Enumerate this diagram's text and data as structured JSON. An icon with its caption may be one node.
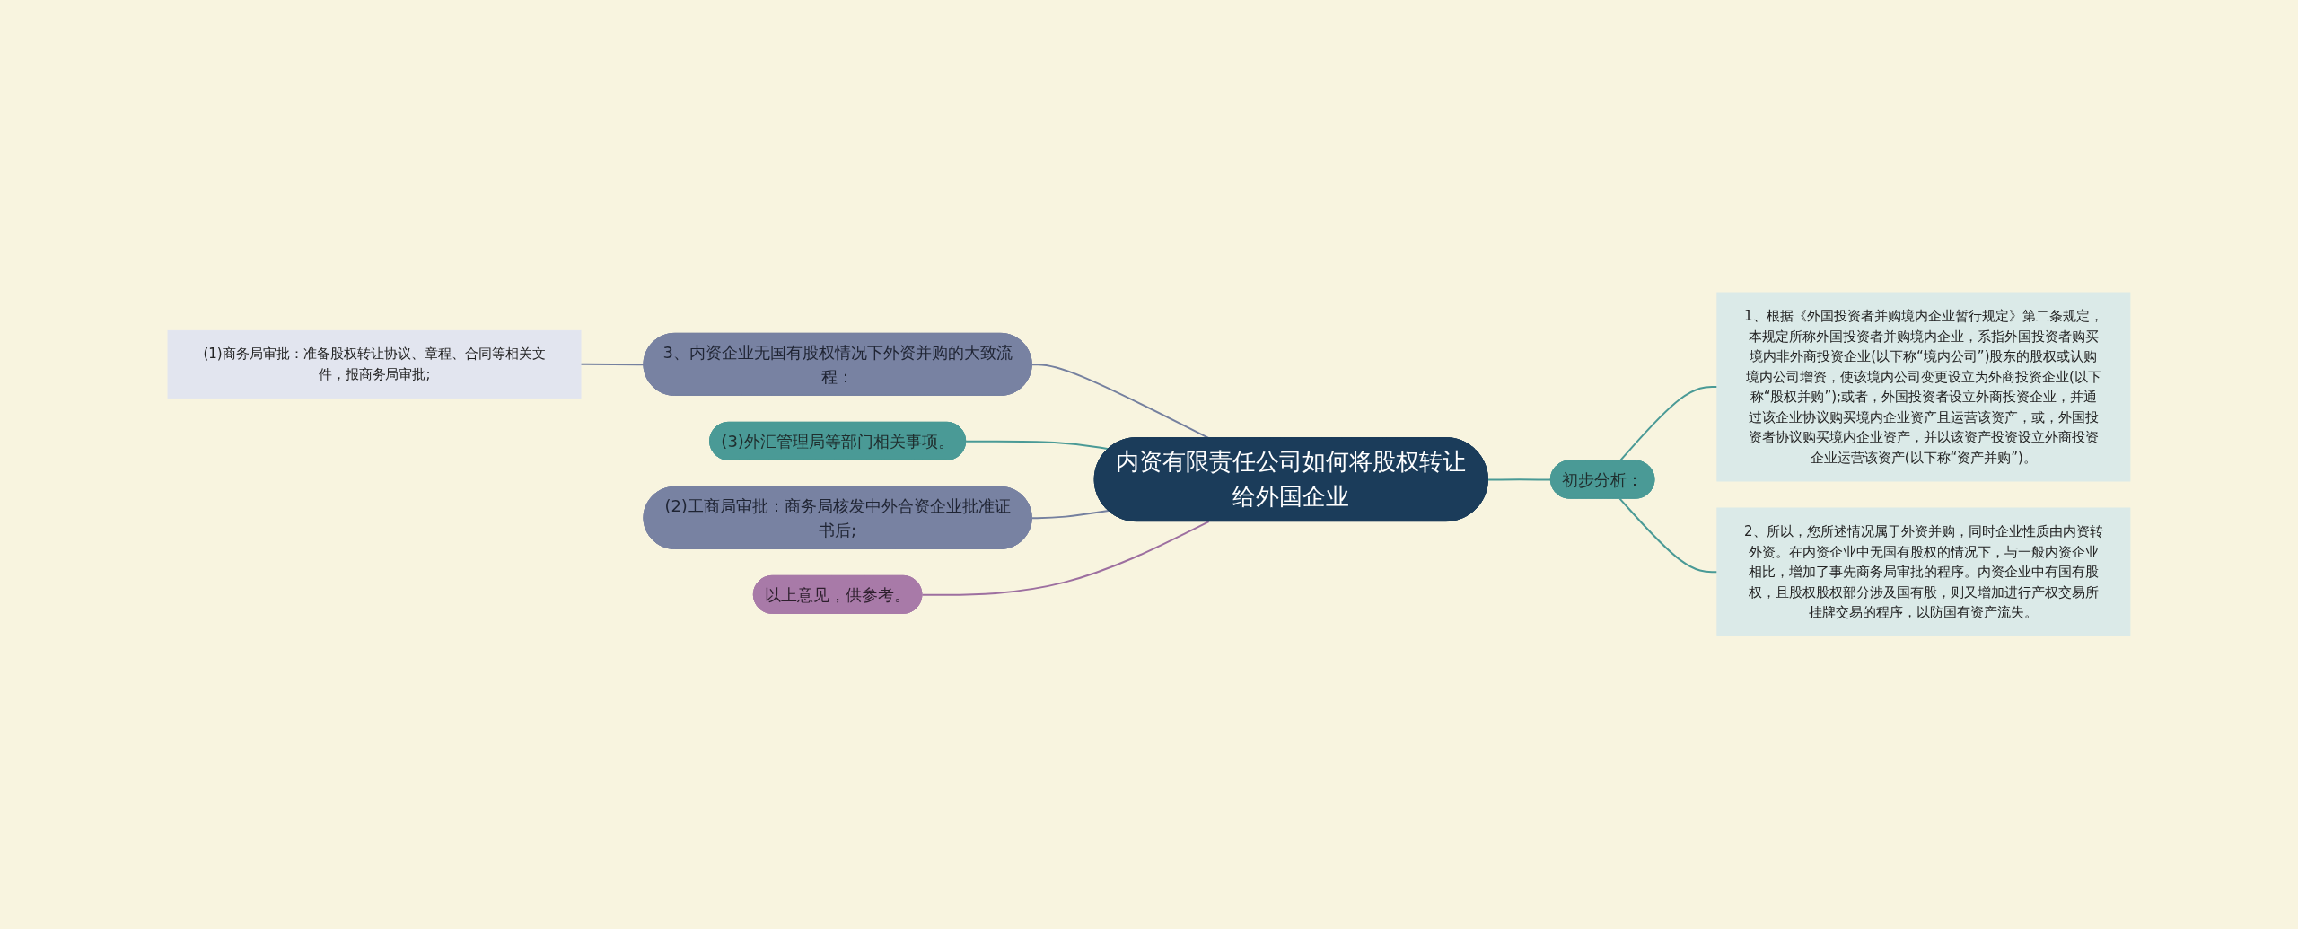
{
  "diagram": {
    "nodes": [
      {
        "text": [
          "内资有限责任公司如何将股权转让给外国企业"
        ]
      },
      {
        "text": [
          "初步分析："
        ]
      },
      {
        "text": [
          "1、根据《外国投资者并购境内企业暂行规定》第二条规定，本规定所称外国投资者并购境内企业，系指外国投资者购买境内非外商投资企业(以下称“境内公司”)股东的股权或认购境内公司增资，使该境内公司变更设立为外商投资企业(以下称“股权并购”);或者，外国投资者设立外商投资企业，并通过该企业协议购买境内企业资产且运营该资产，或，外国投资者协议购买境内企业资产，并以该资产投资设立外商投资企业运营该资产(以下称“资产并购”)。"
        ]
      },
      {
        "text": [
          "2、所以，您所述情况属于外资并购，同时企业性质由内资转外资。在内资企业中无国有股权的情况下，与一般内资企业相比，增加了事先商务局审批的程序。内资企业中有国有股权，且股权股权部分涉及国有股，则又增加进行产权交易所挂牌交易的程序，以防国有资产流失。"
        ]
      },
      {
        "text": [
          "3、内资企业无国有股权情况下外资并购的大致流程："
        ]
      },
      {
        "text": [
          "(1)商务局审批：准备股权转让协议、章程、合同等相关文件，报商务局审批;"
        ]
      },
      {
        "text": [
          "(3)外汇管理局等部门相关事项。"
        ]
      },
      {
        "text": [
          "(2)工商局审批：商务局核发中外合资企业批准证书后;"
        ]
      },
      {
        "text": [
          "以上意见，供参考。"
        ]
      }
    ],
    "edges": [
      {
        "from": 0,
        "to": 1,
        "arrow": "none"
      },
      {
        "from": 1,
        "to": 2,
        "arrow": "none"
      },
      {
        "from": 1,
        "to": 3,
        "arrow": "none"
      },
      {
        "from": 0,
        "to": 4,
        "arrow": "none",
        "color": "#75809f"
      },
      {
        "from": 4,
        "to": 5,
        "arrow": "none",
        "color": "#75809f"
      },
      {
        "from": 0,
        "to": 6,
        "arrow": "none"
      },
      {
        "from": 0,
        "to": 7,
        "arrow": "none",
        "color": "#75809f"
      },
      {
        "from": 0,
        "to": 8,
        "arrow": "none",
        "color": "#9d6fa0"
      }
    ]
  }
}
